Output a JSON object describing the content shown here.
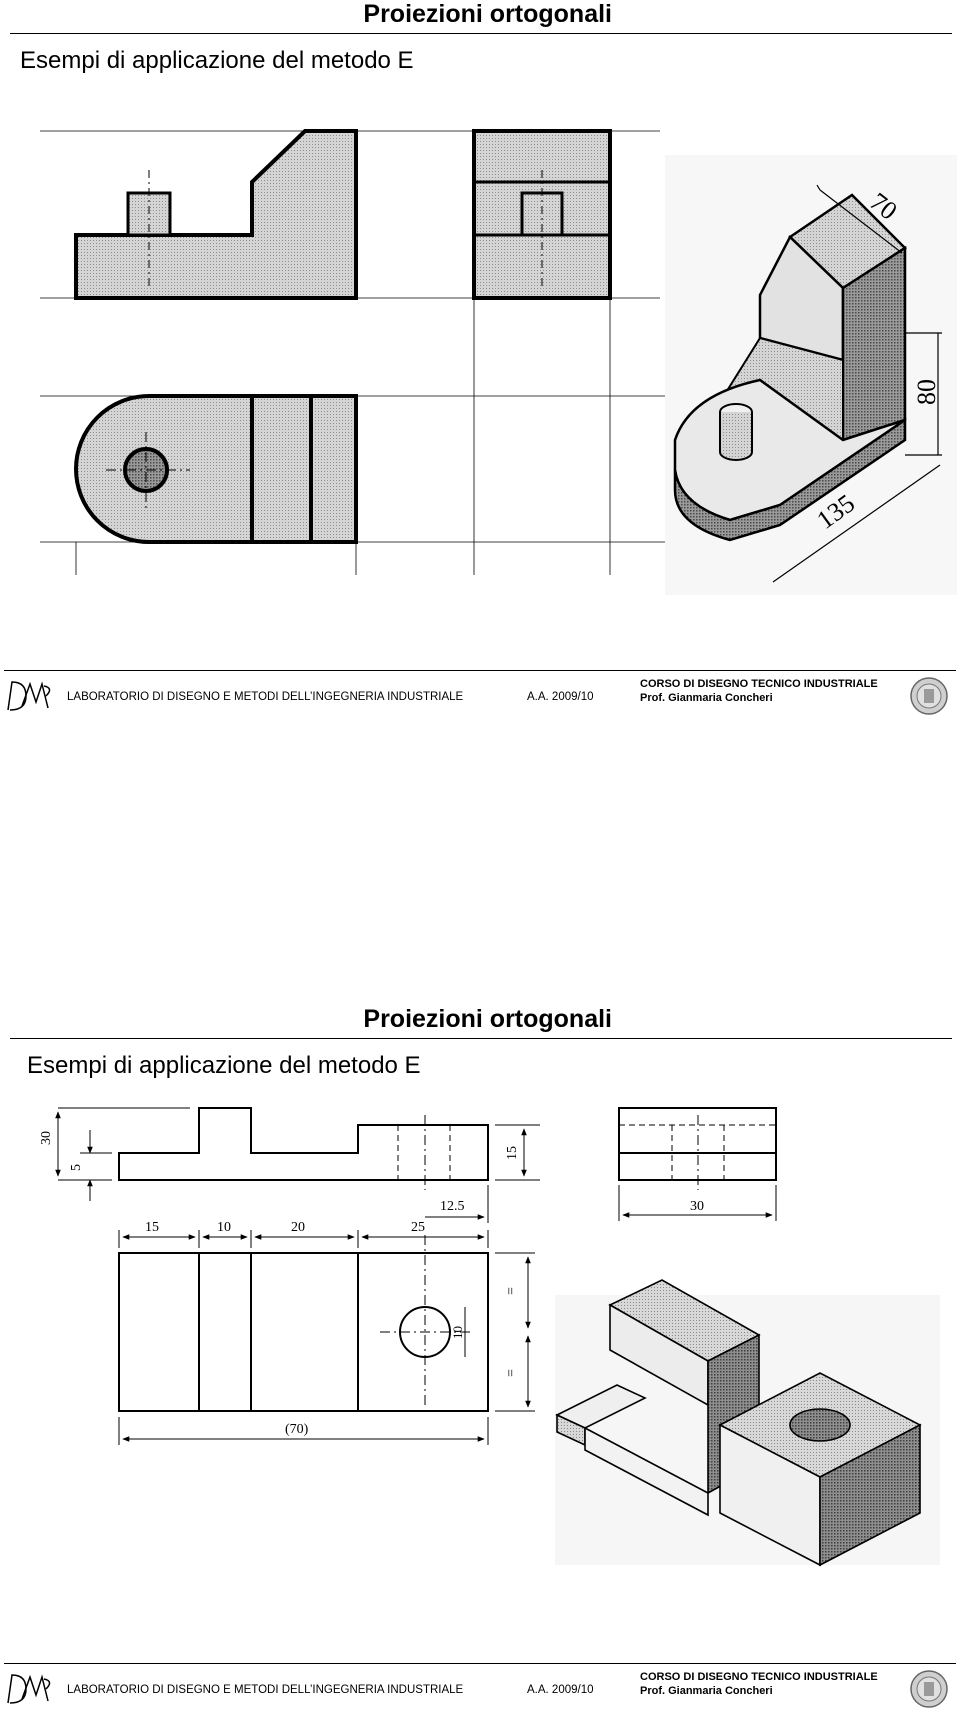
{
  "slides": [
    {
      "title": "Proiezioni ortogonali",
      "subtitle": "Esempi di applicazione del metodo E",
      "dimensions": [
        "70",
        "80",
        "135"
      ]
    },
    {
      "title": "Proiezioni ortogonali",
      "subtitle": "Esempi di applicazione del metodo E",
      "dimensions": [
        "30",
        "5",
        "15",
        "12.5",
        "30",
        "15",
        "10",
        "20",
        "25",
        "=",
        "=",
        "10",
        "(70)"
      ]
    }
  ],
  "footer": {
    "lab": "LABORATORIO DI DISEGNO E METODI DELL’INGEGNERIA INDUSTRIALE",
    "year": "A.A. 2009/10",
    "course": "CORSO DI DISEGNO TECNICO INDUSTRIALE",
    "professor": "Prof. Gianmaria Concheri"
  },
  "colors": {
    "shade": "#bdbdbd",
    "dark": "#5a5a5a",
    "line": "#000000"
  }
}
